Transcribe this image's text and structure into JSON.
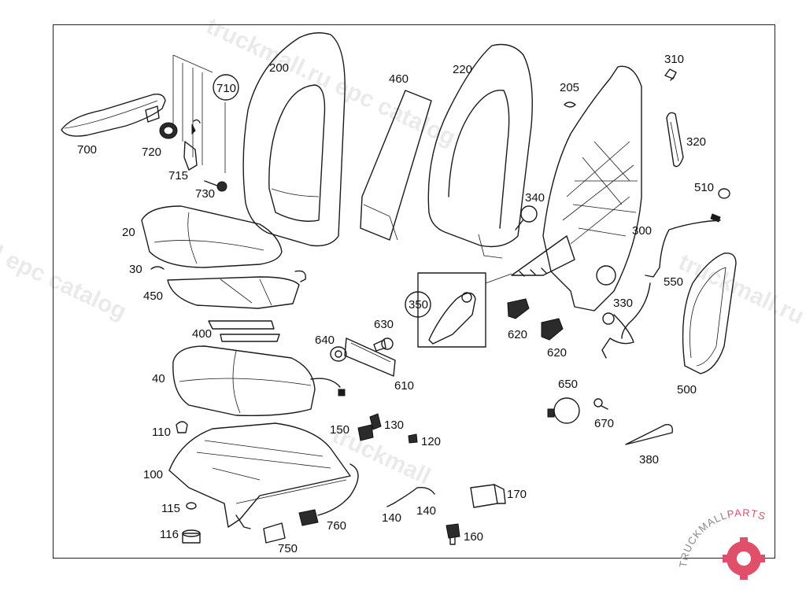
{
  "watermarks": [
    "truckmall.ru epc catalog",
    "l epc catalog",
    "truckmall.ru e",
    "truckmall"
  ],
  "logo": {
    "text_part1": "TRUCKMALL",
    "text_part2": "PARTS",
    "color_dark": "#888888",
    "color_accent": "#e0506a"
  },
  "labels": {
    "l200": "200",
    "l460": "460",
    "l220": "220",
    "l205": "205",
    "l310": "310",
    "l710": "710",
    "l700": "700",
    "l720": "720",
    "l715": "715",
    "l730": "730",
    "l320": "320",
    "l510": "510",
    "l340": "340",
    "l300": "300",
    "l20": "20",
    "l30": "30",
    "l450": "450",
    "l550": "550",
    "l350": "350",
    "l330": "330",
    "l630": "630",
    "l400": "400",
    "l640": "640",
    "l620a": "620",
    "l620b": "620",
    "l40": "40",
    "l610": "610",
    "l500": "500",
    "l650": "650",
    "l670": "670",
    "l110": "110",
    "l130": "130",
    "l150": "150",
    "l120": "120",
    "l380": "380",
    "l100": "100",
    "l170": "170",
    "l140a": "140",
    "l140b": "140",
    "l115": "115",
    "l760": "760",
    "l116": "116",
    "l160": "160",
    "l750": "750"
  }
}
